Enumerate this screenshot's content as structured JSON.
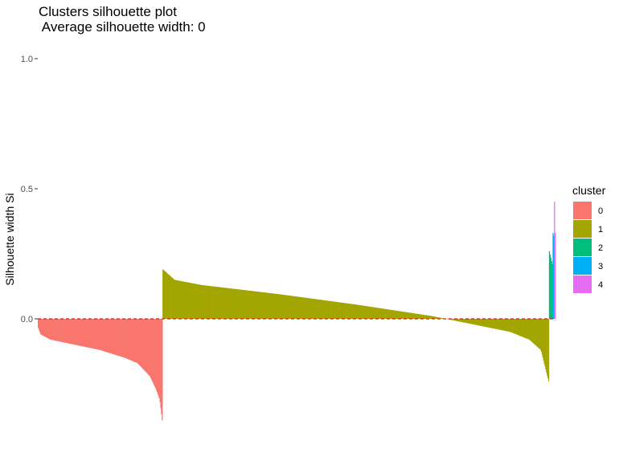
{
  "chart_data": {
    "type": "bar",
    "title": "Clusters silhouette plot",
    "subtitle": " Average silhouette width: 0",
    "ylabel": "Silhouette width Si",
    "xlabel": "",
    "ylim": [
      -0.385,
      1.0
    ],
    "yticks": [
      {
        "value": 1.0,
        "label": "1.0"
      },
      {
        "value": 0.5,
        "label": "0.5"
      },
      {
        "value": 0.0,
        "label": "0.0"
      }
    ],
    "grid": false,
    "legend": {
      "title": "cluster",
      "position": "right"
    },
    "reference_line": {
      "value": 0.0,
      "color": "#E41A1C",
      "style": "dashed"
    },
    "series": [
      {
        "name": "0",
        "color": "#F8766D",
        "count": 171,
        "profile": [
          [
            0,
            -0.035
          ],
          [
            0.02,
            -0.06
          ],
          [
            0.1,
            -0.08
          ],
          [
            0.3,
            -0.1
          ],
          [
            0.5,
            -0.12
          ],
          [
            0.7,
            -0.15
          ],
          [
            0.8,
            -0.17
          ],
          [
            0.9,
            -0.22
          ],
          [
            0.95,
            -0.27
          ],
          [
            0.98,
            -0.31
          ],
          [
            1.0,
            -0.39
          ]
        ]
      },
      {
        "name": "1",
        "color": "#A3A500",
        "count": 530,
        "profile": [
          [
            0,
            0.19
          ],
          [
            0.03,
            0.15
          ],
          [
            0.1,
            0.13
          ],
          [
            0.3,
            0.095
          ],
          [
            0.5,
            0.055
          ],
          [
            0.7,
            0.01
          ],
          [
            0.8,
            -0.02
          ],
          [
            0.9,
            -0.05
          ],
          [
            0.95,
            -0.08
          ],
          [
            0.98,
            -0.12
          ],
          [
            1.0,
            -0.24
          ]
        ]
      },
      {
        "name": "2",
        "color": "#00BF7D",
        "count": 5,
        "profile": [
          [
            0,
            0.26
          ],
          [
            0.4,
            0.24
          ],
          [
            1.0,
            0.21
          ]
        ]
      },
      {
        "name": "3",
        "color": "#00B0F6",
        "count": 2,
        "profile": [
          [
            0,
            0.33
          ],
          [
            1.0,
            0.32
          ]
        ]
      },
      {
        "name": "4",
        "color": "#E76BF3",
        "count": 2,
        "profile": [
          [
            0,
            0.45
          ],
          [
            1.0,
            0.33
          ]
        ]
      }
    ]
  }
}
